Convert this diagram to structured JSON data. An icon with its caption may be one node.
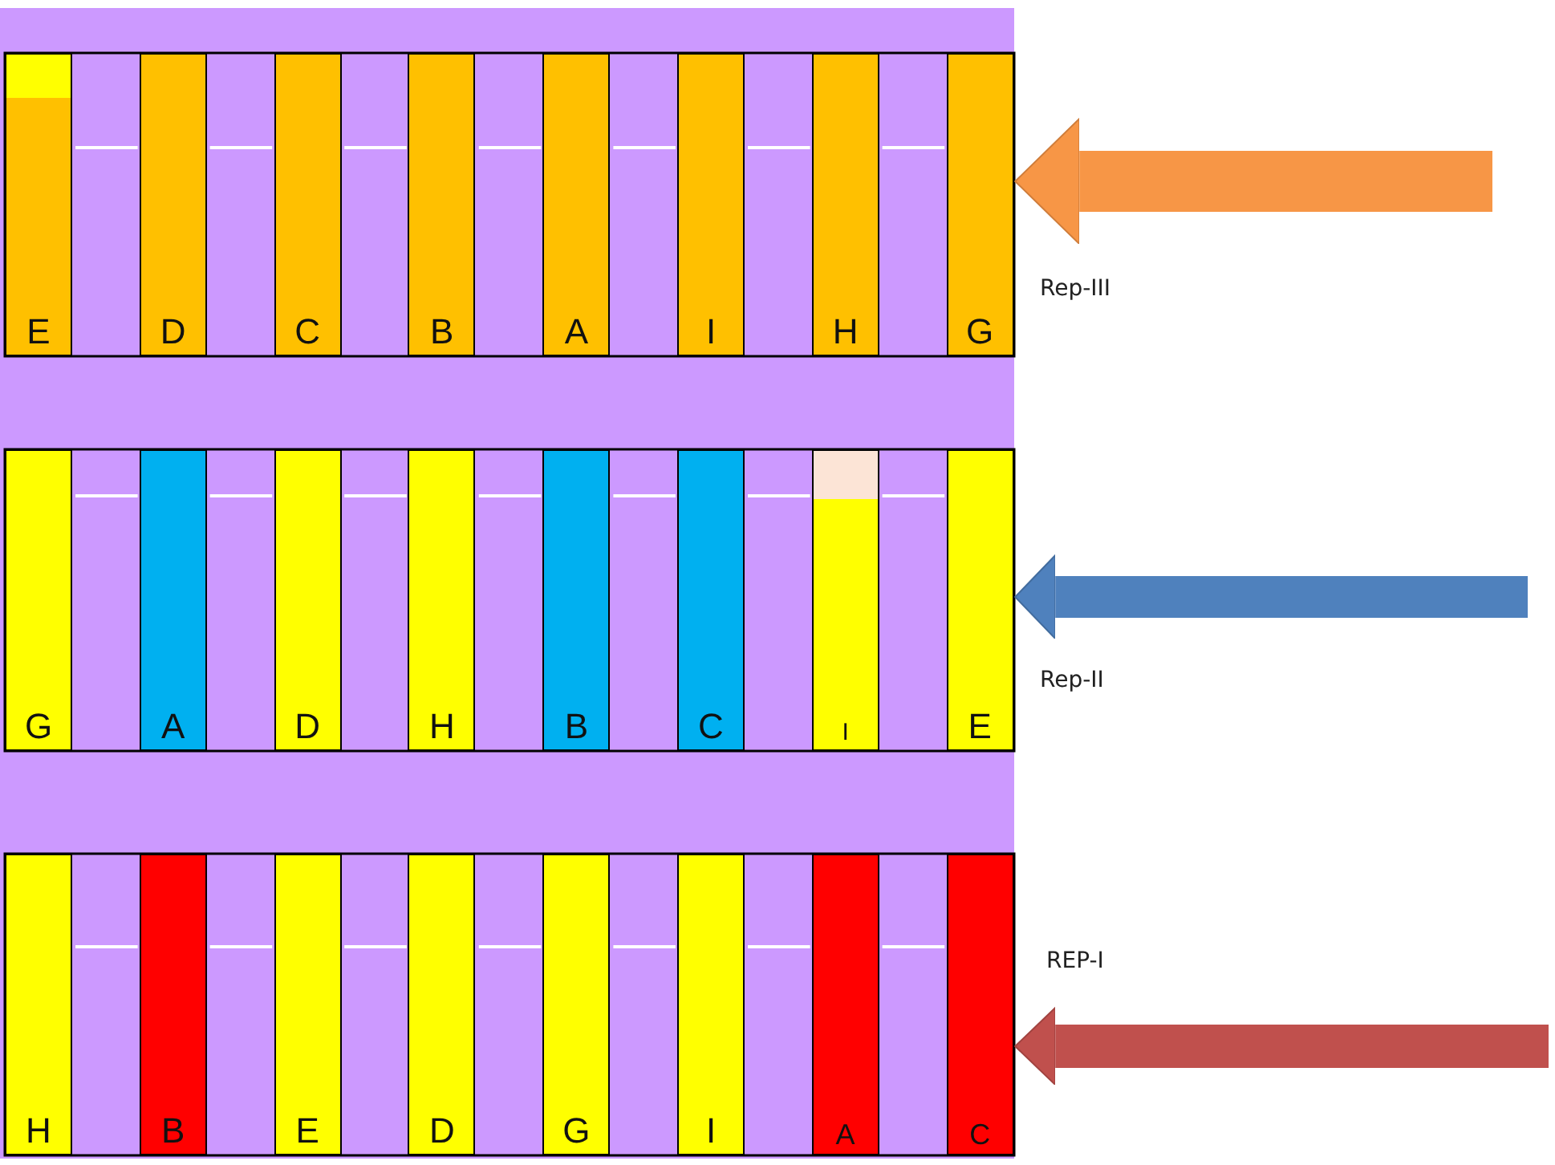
{
  "diagram": {
    "nodes": [
      {
        "text": [
          "E"
        ]
      },
      {
        "text": [
          "D"
        ]
      },
      {
        "text": [
          "C"
        ]
      },
      {
        "text": [
          "B"
        ]
      },
      {
        "text": [
          "A"
        ]
      },
      {
        "text": [
          "I"
        ]
      },
      {
        "text": [
          "H"
        ]
      },
      {
        "text": [
          "G"
        ]
      },
      {
        "text": [
          "G"
        ]
      },
      {
        "text": [
          "A"
        ]
      },
      {
        "text": [
          "D"
        ]
      },
      {
        "text": [
          "H"
        ]
      },
      {
        "text": [
          "B"
        ]
      },
      {
        "text": [
          "C"
        ]
      },
      {
        "text": [
          "I"
        ]
      },
      {
        "text": [
          "E"
        ]
      },
      {
        "text": [
          "H"
        ]
      },
      {
        "text": [
          "B"
        ]
      },
      {
        "text": [
          "E"
        ]
      },
      {
        "text": [
          "D"
        ]
      },
      {
        "text": [
          "G"
        ]
      },
      {
        "text": [
          "I"
        ]
      },
      {
        "text": [
          "A"
        ]
      },
      {
        "text": [
          "C"
        ]
      }
    ],
    "edges": [
      {
        "from": null,
        "to": 7,
        "arrow": "to",
        "color": "#f79646"
      },
      {
        "from": null,
        "to": 15,
        "arrow": "to",
        "color": "#4f81bd"
      },
      {
        "from": null,
        "to": 23,
        "arrow": "to",
        "color": "#c0504d"
      }
    ],
    "labels": [
      "Rep-III",
      "Rep-II",
      "REP-I"
    ]
  }
}
